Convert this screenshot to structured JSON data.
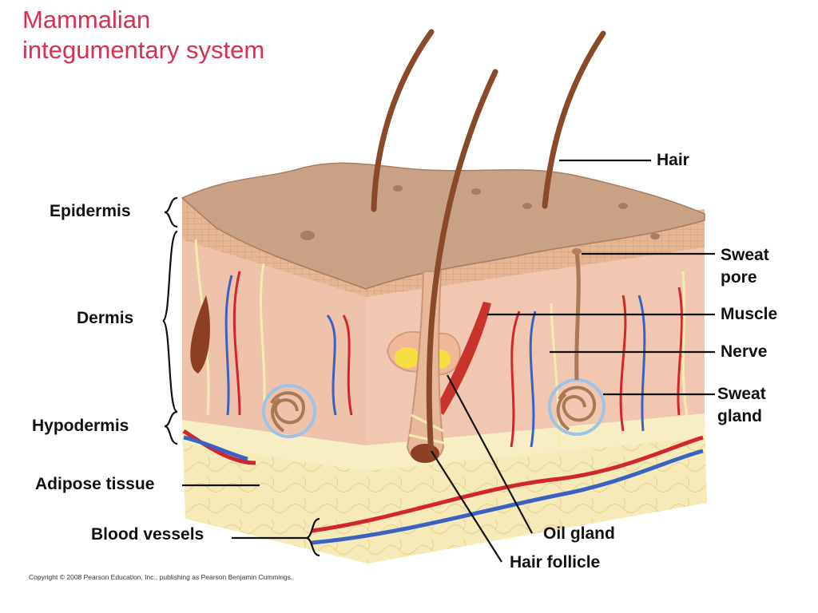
{
  "title": {
    "line1": "Mammalian",
    "line2": "integumentary system"
  },
  "labels": {
    "epidermis": "Epidermis",
    "dermis": "Dermis",
    "hypodermis": "Hypodermis",
    "adipose": "Adipose tissue",
    "blood_vessels": "Blood vessels",
    "hair": "Hair",
    "sweat_pore_1": "Sweat",
    "sweat_pore_2": "pore",
    "muscle": "Muscle",
    "nerve": "Nerve",
    "sweat_gland_1": "Sweat",
    "sweat_gland_2": "gland",
    "oil_gland": "Oil gland",
    "hair_follicle": "Hair follicle"
  },
  "copyright": "Copyright © 2008 Pearson Education, Inc., publishing as Pearson Benjamin Cummings.",
  "colors": {
    "title": "#d9304f",
    "skin_top": "#c9a184",
    "dermis": "#efc2ac",
    "adipose": "#f6ebb8",
    "hair": "#8a4a2a",
    "artery": "#d2262c",
    "vein": "#3a62c2",
    "nerve": "#f3ecb0",
    "oil_gland": "#f5e040"
  }
}
